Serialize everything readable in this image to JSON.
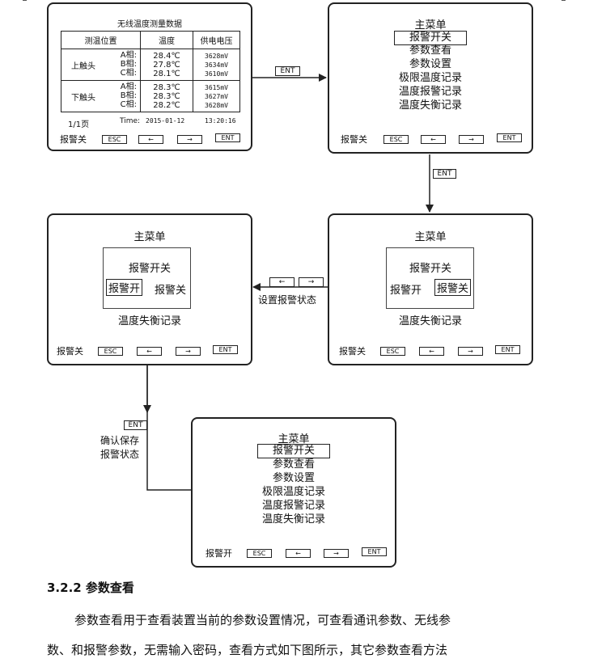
{
  "buttons": {
    "esc": "ESC",
    "left": "←",
    "right": "→",
    "ent": "ENT"
  },
  "panel1": {
    "title": "无线温度测量数据",
    "headers": [
      "测温位置",
      "温度",
      "供电电压"
    ],
    "upper": {
      "label": "上触头",
      "phases": [
        "A相:",
        "B相:",
        "C相:"
      ],
      "temps": [
        "28.4℃",
        "27.8℃",
        "28.1℃"
      ],
      "volts": [
        "3628mV",
        "3634mV",
        "3610mV"
      ]
    },
    "lower": {
      "label": "下触头",
      "phases": [
        "A相:",
        "B相:",
        "C相:"
      ],
      "temps": [
        "28.3℃",
        "28.3℃",
        "28.2℃"
      ],
      "volts": [
        "3615mV",
        "3627mV",
        "3628mV"
      ]
    },
    "page": "1/1页",
    "time_label": "Time:",
    "date": "2015-01-12",
    "time": "13:20:16",
    "footer_label": "报警关"
  },
  "panel2": {
    "title": "主菜单",
    "items": [
      "报警开关",
      "参数查看",
      "参数设置",
      "极限温度记录",
      "温度报警记录",
      "温度失衡记录"
    ],
    "footer_label": "报警关"
  },
  "panel3": {
    "title": "主菜单",
    "sub_title": "报警开关",
    "opt_on": "报警开",
    "opt_off": "报警关",
    "bottom_item": "温度失衡记录",
    "footer_label": "报警关"
  },
  "panel4": {
    "title": "主菜单",
    "sub_title": "报警开关",
    "opt_on": "报警开",
    "opt_off": "报警关",
    "bottom_item": "温度失衡记录",
    "footer_label": "报警关"
  },
  "panel5": {
    "title": "主菜单",
    "items": [
      "报警开关",
      "参数查看",
      "参数设置",
      "极限温度记录",
      "温度报警记录",
      "温度失衡记录"
    ],
    "footer_label": "报警开"
  },
  "arrows": {
    "a1_key": "ENT",
    "a2_key": "ENT",
    "a3_keys": [
      "←",
      "→"
    ],
    "a3_label": "设置报警状态",
    "a4_key": "ENT",
    "a4_label_1": "确认保存",
    "a4_label_2": "报警状态"
  },
  "section": {
    "heading": "3.2.2 参数查看",
    "para_line1": "参数查看用于查看装置当前的参数设置情况，可查看通讯参数、无线参",
    "para_line2": "数、和报警参数，无需输入密码，查看方式如下图所示，其它参数查看方法"
  }
}
